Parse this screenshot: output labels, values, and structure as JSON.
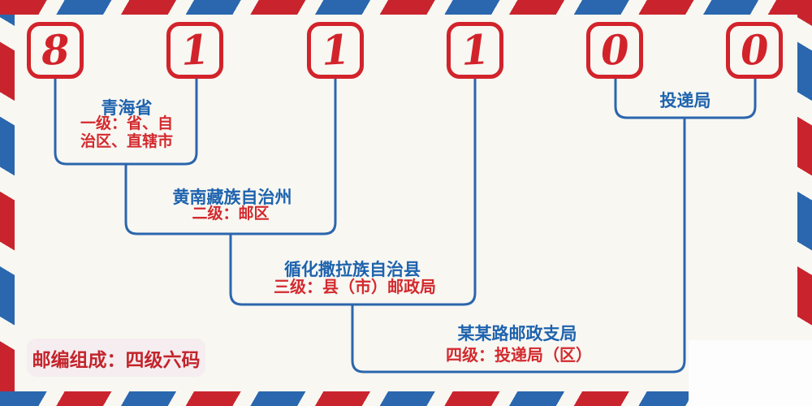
{
  "postal_code": {
    "digits": [
      "8",
      "1",
      "1",
      "1",
      "0",
      "0"
    ]
  },
  "levels": [
    {
      "name": "青海省",
      "desc_lines": [
        "一级：省、自",
        "治区、直辖市"
      ]
    },
    {
      "name": "黄南藏族自治州",
      "desc_lines": [
        "二级：邮区"
      ]
    },
    {
      "name": "循化撒拉族自治县",
      "desc_lines": [
        "三级：县（市）邮政局"
      ]
    },
    {
      "name": "某某路邮政支局",
      "desc_lines": [
        "四级：投递局（区）"
      ]
    },
    {
      "name": "投递局",
      "desc_lines": []
    }
  ],
  "footer_badge": "邮编组成：四级六码",
  "colors": {
    "background": "#f8f7f2",
    "stripe_red": "#c9242d",
    "stripe_blue": "#2a67ae",
    "digit_red": "#d2232b",
    "box_border_red": "#d2232b",
    "line_blue": "#2b66ad",
    "label_blue": "#1e63ae",
    "label_red": "#d32a2e",
    "badge_bg": "#f5edf0",
    "badge_text": "#c3242b",
    "cover_white": "#fdfdfd"
  }
}
